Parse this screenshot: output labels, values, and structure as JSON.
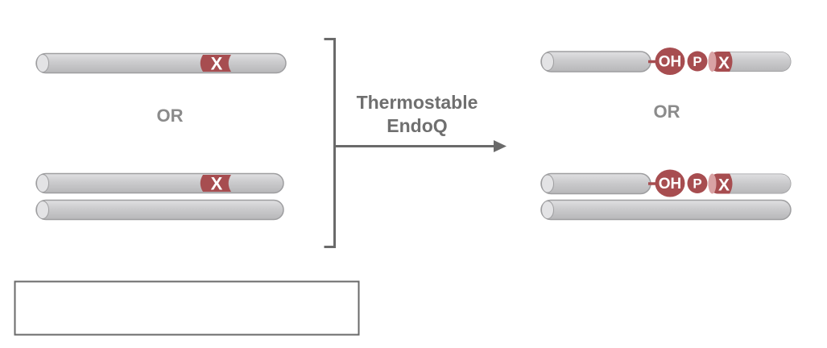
{
  "labels": {
    "or": "OR",
    "enzyme_line1": "Thermostable",
    "enzyme_line2": "EndoQ",
    "damaged_base": "X",
    "hydroxyl_end": "OH",
    "phosphate_end": "P"
  },
  "legend": {
    "text": ""
  },
  "colors": {
    "strand_gray": "#cbcbcd",
    "strand_border": "#9e9ea0",
    "strand_cap": "#e3e3e5",
    "damage_red": "#a74d50",
    "cut_face_pink": "#d9a2a4",
    "or_text_gray": "#8b8b8b",
    "enzyme_text_gray": "#6f6f6f",
    "line_gray": "#6a6a6a"
  }
}
